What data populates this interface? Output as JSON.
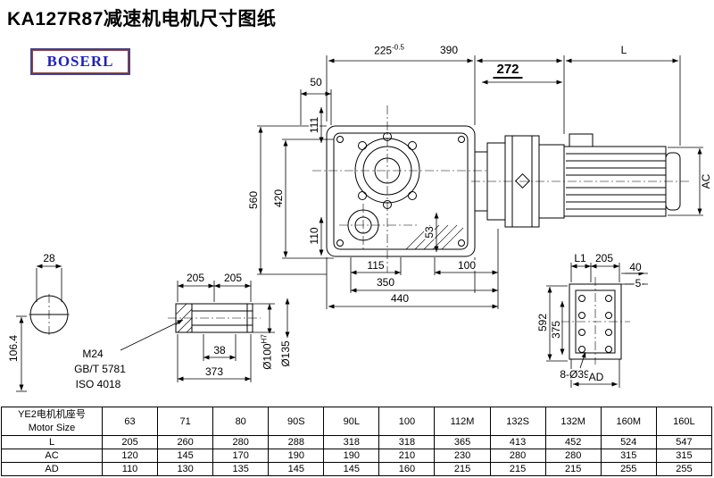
{
  "page": {
    "title": "KA127R87减速机电机尺寸图纸",
    "logo_text": "BOSERL"
  },
  "dims": {
    "w225": "225",
    "w225_tol": "-0.5",
    "w390": "390",
    "w272": "272",
    "motor_len": "L",
    "d50": "50",
    "d111": "111",
    "h560": "560",
    "h420": "420",
    "d110": "110",
    "d53": "53",
    "d115": "115",
    "d100": "100",
    "d350": "350",
    "d440": "440",
    "motor_dia": "AC",
    "d28": "28",
    "d106_4": "106.4",
    "d205_a": "205",
    "d205_b": "205",
    "thread": "M24",
    "std_gb": "GB/T 5781",
    "std_iso": "ISO 4018",
    "d38": "38",
    "d373": "373",
    "bore": "Ø100",
    "bore_fit": "H7",
    "flange": "Ø135",
    "l1": "L1",
    "d205_c": "205",
    "d40": "40",
    "d5": "5",
    "h592": "592",
    "h375": "375",
    "holes": "8-Ø39",
    "ad": "AD"
  },
  "table": {
    "header_cn": "YE2电机机座号",
    "header_en": "Motor Size",
    "columns": [
      "63",
      "71",
      "80",
      "90S",
      "90L",
      "100",
      "112M",
      "132S",
      "132M",
      "160M",
      "160L"
    ],
    "rows": [
      {
        "label": "L",
        "values": [
          "205",
          "260",
          "280",
          "288",
          "318",
          "318",
          "365",
          "413",
          "452",
          "524",
          "547"
        ]
      },
      {
        "label": "AC",
        "values": [
          "120",
          "145",
          "170",
          "190",
          "190",
          "210",
          "230",
          "280",
          "280",
          "315",
          "315"
        ]
      },
      {
        "label": "AD",
        "values": [
          "110",
          "130",
          "135",
          "145",
          "145",
          "160",
          "215",
          "215",
          "215",
          "255",
          "255"
        ]
      }
    ]
  }
}
